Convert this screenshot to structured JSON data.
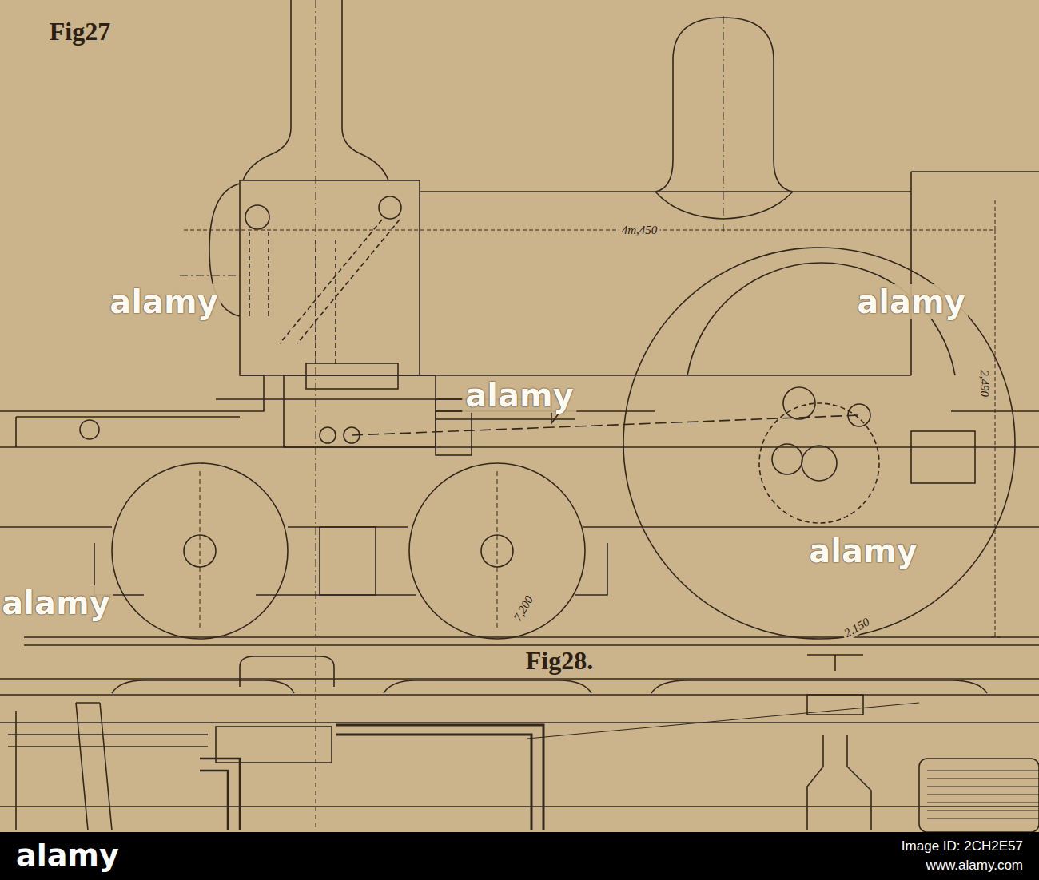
{
  "diagram": {
    "labels": [
      "Fig27",
      "Fig28.",
      "4m,450",
      "2,490",
      "7,200",
      "2,150",
      "alamy",
      "alamy",
      "alamy",
      "alamy",
      "alamy",
      "alamy",
      "Image ID: 2CH2E57",
      "www.alamy.com"
    ]
  }
}
